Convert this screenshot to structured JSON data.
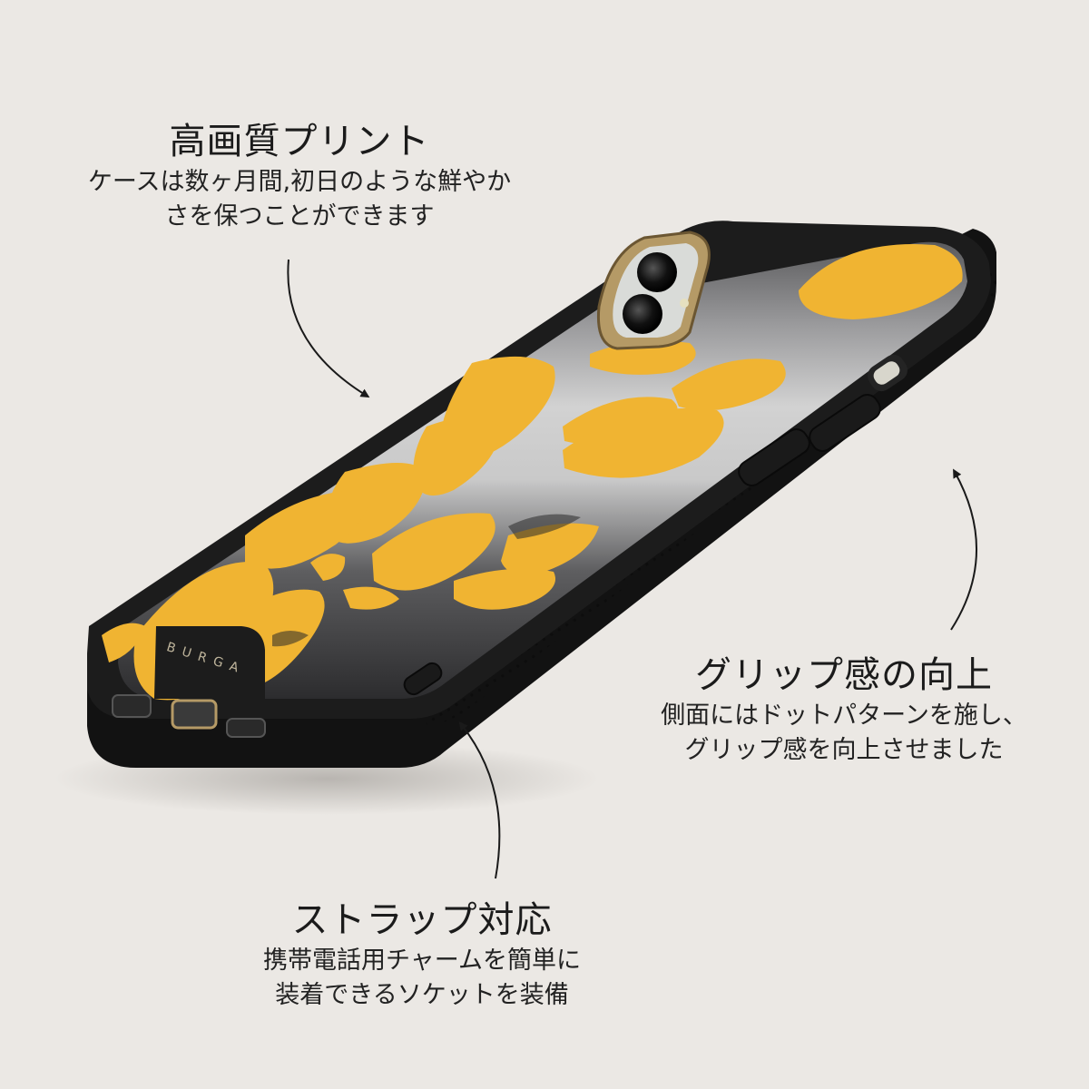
{
  "callouts": {
    "print": {
      "title": "高画質プリント",
      "line1": "ケースは数ヶ月間,初日のような鮮やか",
      "line2": "さを保つことができます"
    },
    "grip": {
      "title": "グリップ感の向上",
      "line1": "側面にはドットパターンを施し、",
      "line2": "グリップ感を向上させました"
    },
    "strap": {
      "title": "ストラップ対応",
      "line1": "携帯電話用チャームを簡単に",
      "line2": "装着できるソケットを装備"
    }
  },
  "product": {
    "brand_text": "BURGA",
    "colors": {
      "background": "#ebe8e4",
      "case_black": "#1c1c1c",
      "pattern_yellow": "#f0b432",
      "camera_gold": "#b59a66"
    }
  },
  "icons": [
    "arrow-icon",
    "arrow-icon",
    "arrow-icon"
  ]
}
